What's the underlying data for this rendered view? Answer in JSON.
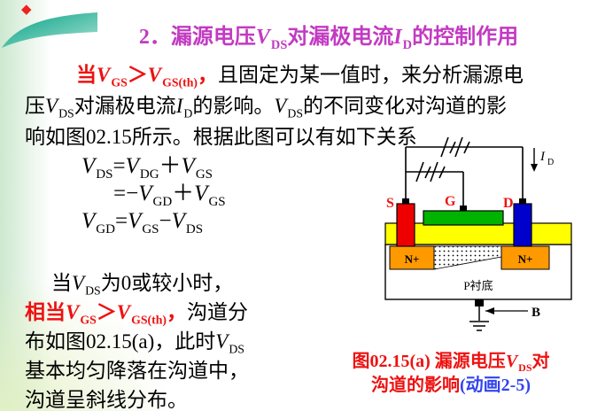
{
  "slide": {
    "diamond_glyph": "◆",
    "diamond_color": "#ee2222",
    "swoosh_dark": "#00a187",
    "swoosh_light": "#a8e0cf"
  },
  "title": {
    "color": "#c23ac2",
    "segments": [
      {
        "t": "2．漏源电压"
      },
      {
        "t": "V",
        "cls": "var"
      },
      {
        "t": "DS",
        "sub": true
      },
      {
        "t": "对漏极电流"
      },
      {
        "t": "I",
        "cls": "var"
      },
      {
        "t": "D",
        "sub": true
      },
      {
        "t": "的控制作用"
      }
    ]
  },
  "intro": {
    "segments": [
      {
        "t": "当",
        "cls": "red"
      },
      {
        "t": "V",
        "cls": "red var"
      },
      {
        "t": "GS",
        "sub": true,
        "cls": "red"
      },
      {
        "t": "＞",
        "cls": "red"
      },
      {
        "t": "V",
        "cls": "red var"
      },
      {
        "t": "GS(th)",
        "sub": true,
        "cls": "red"
      },
      {
        "t": "，",
        "cls": "red"
      },
      {
        "t": "且固定为某一值时，来分析漏源电"
      },
      {
        "br": true
      },
      {
        "t": "压"
      },
      {
        "t": "V",
        "cls": "var"
      },
      {
        "t": "DS",
        "sub": true
      },
      {
        "t": "对漏极电流"
      },
      {
        "t": "I",
        "cls": "var"
      },
      {
        "t": "D",
        "sub": true
      },
      {
        "t": "的影响。"
      },
      {
        "t": "V",
        "cls": "var"
      },
      {
        "t": "DS",
        "sub": true
      },
      {
        "t": "的不同变化对沟道的影"
      },
      {
        "br": true
      },
      {
        "t": "响如图02.15所示。根据此图可以有如下关系"
      }
    ]
  },
  "equations": {
    "line1": [
      {
        "t": "V",
        "cls": "var"
      },
      {
        "t": "DS",
        "sub": true
      },
      {
        "t": "="
      },
      {
        "t": "V",
        "cls": "var"
      },
      {
        "t": "DG",
        "sub": true
      },
      {
        "t": "＋"
      },
      {
        "t": "V",
        "cls": "var"
      },
      {
        "t": "GS",
        "sub": true
      }
    ],
    "line2": [
      {
        "t": "=−"
      },
      {
        "t": "V",
        "cls": "var"
      },
      {
        "t": "GD",
        "sub": true
      },
      {
        "t": "＋"
      },
      {
        "t": "V",
        "cls": "var"
      },
      {
        "t": "GS",
        "sub": true
      }
    ],
    "line3": [
      {
        "t": "V",
        "cls": "var"
      },
      {
        "t": "GD",
        "sub": true
      },
      {
        "t": "="
      },
      {
        "t": "V",
        "cls": "var"
      },
      {
        "t": "GS",
        "sub": true
      },
      {
        "t": "−"
      },
      {
        "t": "V",
        "cls": "var"
      },
      {
        "t": "DS",
        "sub": true
      }
    ]
  },
  "body": {
    "segments": [
      {
        "t": "当"
      },
      {
        "t": "V",
        "cls": "var"
      },
      {
        "t": "DS",
        "sub": true
      },
      {
        "t": "为0或较小时，"
      },
      {
        "br": true
      },
      {
        "t": "相当",
        "cls": "red"
      },
      {
        "t": "V",
        "cls": "red var"
      },
      {
        "t": "GS",
        "sub": true,
        "cls": "red"
      },
      {
        "t": "＞",
        "cls": "red"
      },
      {
        "t": "V",
        "cls": "red var"
      },
      {
        "t": "GS(th)",
        "sub": true,
        "cls": "red"
      },
      {
        "t": "，",
        "cls": "red"
      },
      {
        "t": "沟道分"
      },
      {
        "br": true
      },
      {
        "t": "布如图02.15(a)，此时"
      },
      {
        "t": "V",
        "cls": "var"
      },
      {
        "t": "DS",
        "sub": true
      },
      {
        "br": true
      },
      {
        "t": "基本均匀降落在沟道中，"
      },
      {
        "br": true
      },
      {
        "t": "沟道呈斜线分布。"
      }
    ]
  },
  "figure": {
    "labels": {
      "source": "S",
      "gate": "G",
      "drain": "D",
      "bulk": "B",
      "nplus_left": "N+",
      "nplus_right": "N+",
      "substrate": "P衬底",
      "current": "I",
      "current_sub": "D"
    },
    "colors": {
      "terminal_label": "#ee1111",
      "wire": "#000000",
      "oxide": "#ffff00",
      "gate_electrode": "#00b300",
      "source_electrode": "#ee0000",
      "drain_electrode": "#0000cc",
      "nplus": "#ff9900",
      "substrate_fill": "#ffffff"
    },
    "caption": {
      "color": "#ee1111",
      "line1": [
        {
          "t": "图02.15(a) 漏源电压"
        },
        {
          "t": "V",
          "cls": "var"
        },
        {
          "t": "DS",
          "sub": true
        },
        {
          "t": "对"
        }
      ],
      "line2_text": "沟道的影响",
      "link": "(动画2-5)",
      "link_color": "#3344ee"
    }
  }
}
